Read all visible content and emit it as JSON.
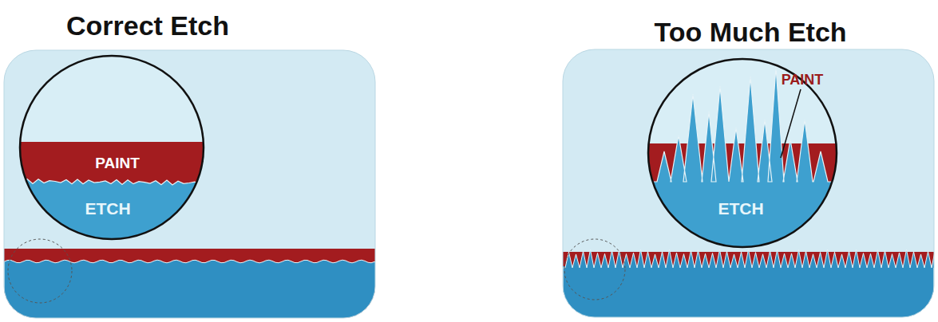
{
  "diagram": {
    "nodes": [
      {
        "text": [
          "Correct Etch"
        ]
      },
      {
        "text": [
          "PAINT"
        ],
        "in": 0
      },
      {
        "text": [
          "ETCH"
        ],
        "in": 0
      },
      {
        "text": [
          "Too Much Etch"
        ]
      },
      {
        "text": [
          "ETCH"
        ],
        "in": 3
      }
    ],
    "labels": [
      "PAINT"
    ]
  }
}
